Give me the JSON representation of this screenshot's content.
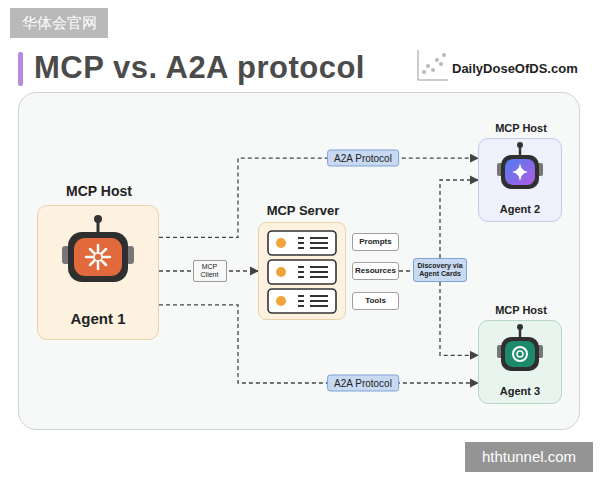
{
  "diagram": {
    "title": "MCP vs. A2A protocol",
    "nodes": [
      {
        "text": [
          "MCP Host",
          "Agent 1"
        ]
      },
      {
        "text": [
          "MCP Server"
        ]
      },
      {
        "text": [
          "Prompts"
        ]
      },
      {
        "text": [
          "Resources"
        ]
      },
      {
        "text": [
          "Tools"
        ]
      },
      {
        "text": [
          "Discovery via Agent Cards"
        ]
      },
      {
        "text": [
          "MCP Host",
          "Agent 2"
        ]
      },
      {
        "text": [
          "MCP Host",
          "Agent 3"
        ]
      }
    ],
    "edges": [
      {
        "from": 0,
        "to": 1,
        "arrow": "to",
        "label": "MCP Client"
      },
      {
        "from": 0,
        "to": 6,
        "arrow": "to",
        "label": "A2A Protocol"
      },
      {
        "from": 0,
        "to": 7,
        "arrow": "to",
        "label": "A2A Protocol"
      },
      {
        "from": 3,
        "to": 5,
        "arrow": "none"
      },
      {
        "from": 5,
        "to": 6,
        "arrow": "to"
      },
      {
        "from": 5,
        "to": 7,
        "arrow": "to"
      }
    ],
    "labels": [
      "华体会官网",
      "DailyDoseOfDS.com",
      "hthtunnel.com"
    ]
  }
}
